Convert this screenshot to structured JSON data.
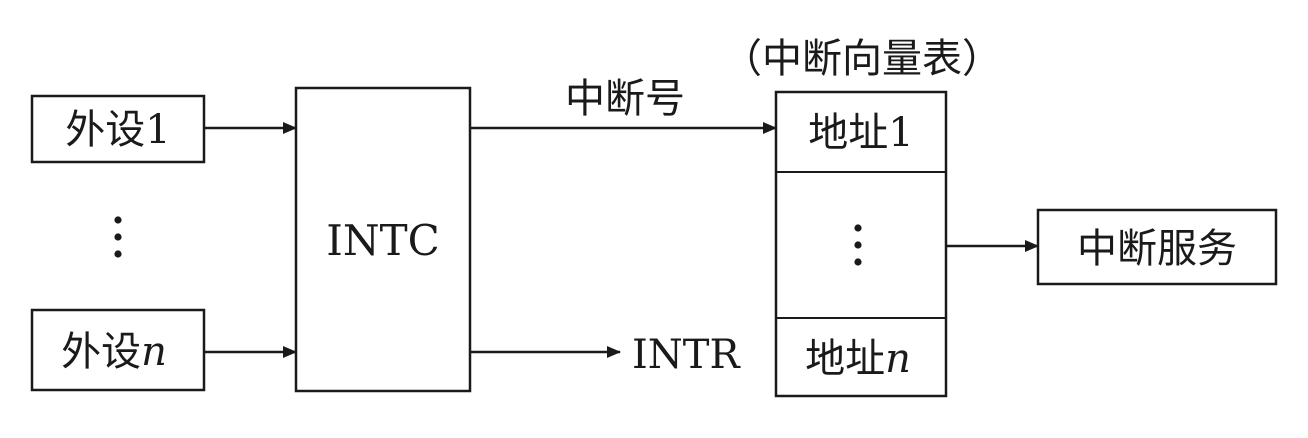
{
  "devices": {
    "first_label": "外设1",
    "last_label_prefix": "外设",
    "last_label_suffix": "n"
  },
  "intc": {
    "label": "INTC"
  },
  "signals": {
    "interrupt_number": "中断号",
    "intr": "INTR"
  },
  "vector_table": {
    "title": "（中断向量表）",
    "first_entry": "地址1",
    "last_entry_prefix": "地址",
    "last_entry_suffix": "n"
  },
  "service": {
    "label": "中断服务"
  },
  "colors": {
    "ink": "#1a1a1a",
    "background": "#ffffff"
  }
}
